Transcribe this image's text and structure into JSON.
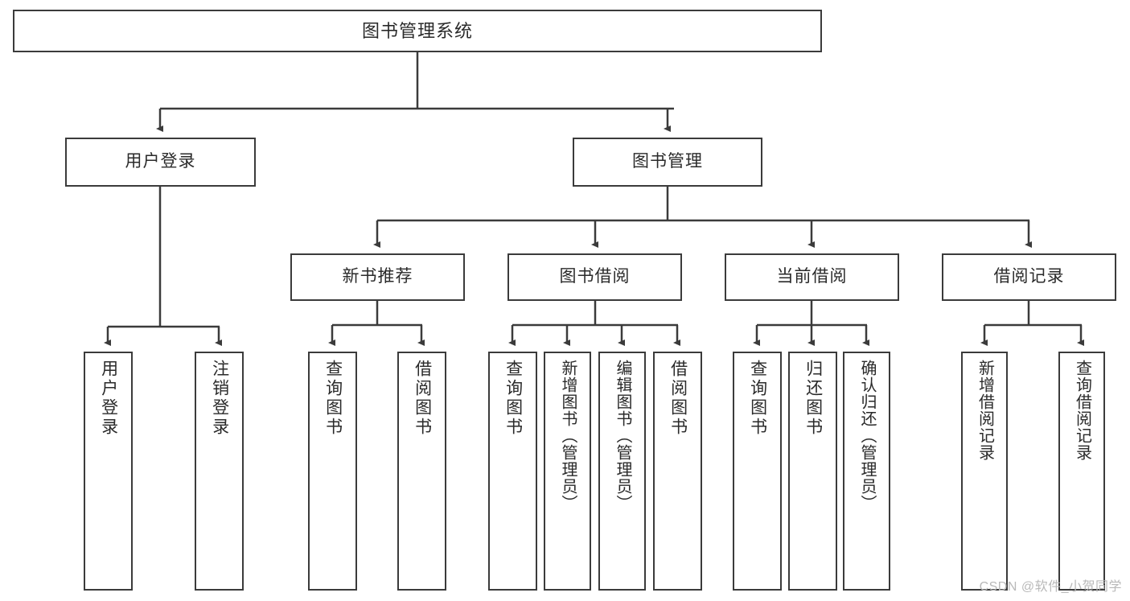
{
  "diagram": {
    "title": "图书管理系统",
    "type": "hierarchy-tree",
    "root": {
      "label": "图书管理系统"
    },
    "level2": [
      {
        "label": "用户登录"
      },
      {
        "label": "图书管理"
      }
    ],
    "level3": [
      {
        "label": "新书推荐"
      },
      {
        "label": "图书借阅"
      },
      {
        "label": "当前借阅"
      },
      {
        "label": "借阅记录"
      }
    ],
    "leaves": {
      "user_login": [
        {
          "label": "用户登录"
        },
        {
          "label": "注销登录"
        }
      ],
      "new_book_recommend": [
        {
          "label": "查询图书"
        },
        {
          "label": "借阅图书"
        }
      ],
      "book_borrow": [
        {
          "label": "查询图书"
        },
        {
          "label": "新增图书（管理员）"
        },
        {
          "label": "编辑图书（管理员）"
        },
        {
          "label": "借阅图书"
        }
      ],
      "current_borrow": [
        {
          "label": "查询图书"
        },
        {
          "label": "归还图书"
        },
        {
          "label": "确认归还（管理员）"
        }
      ],
      "borrow_record": [
        {
          "label": "新增借阅记录"
        },
        {
          "label": "查询借阅记录"
        }
      ]
    }
  },
  "watermark": {
    "text": "CSDN @软件_小贺同学"
  },
  "colors": {
    "box_border": "#3b3b3b",
    "edge": "#3b3b3b",
    "text": "#2a2a2a",
    "background": "#ffffff",
    "watermark": "#b9b9b9"
  }
}
